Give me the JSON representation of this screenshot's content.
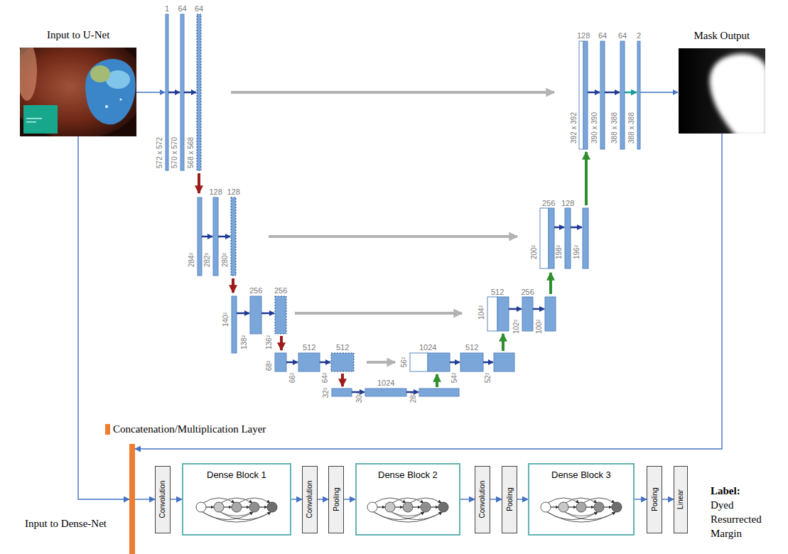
{
  "diagram": {
    "nodes": [
      {
        "text": [
          "Input to U-Net"
        ]
      },
      {
        "text": [
          "Mask Output"
        ]
      },
      {
        "text": [
          "Input to Dense-Net"
        ]
      },
      {
        "text": [
          "Convolution"
        ]
      },
      {
        "text": [
          "Dense Block 1"
        ]
      },
      {
        "text": [
          "Convolution"
        ]
      },
      {
        "text": [
          "Pooling"
        ]
      },
      {
        "text": [
          "Dense Block 2"
        ]
      },
      {
        "text": [
          "Convolution"
        ]
      },
      {
        "text": [
          "Pooling"
        ]
      },
      {
        "text": [
          "Dense Block 3"
        ]
      },
      {
        "text": [
          "Pooling"
        ]
      },
      {
        "text": [
          "Linear"
        ]
      }
    ],
    "edges": [
      {
        "from": 0,
        "to": 2,
        "arrow": "to"
      },
      {
        "from": 1,
        "to": 2,
        "arrow": "to"
      },
      {
        "from": 2,
        "to": 3,
        "arrow": "to"
      },
      {
        "from": 3,
        "to": 4,
        "arrow": "to"
      },
      {
        "from": 4,
        "to": 5,
        "arrow": "to"
      },
      {
        "from": 5,
        "to": 6,
        "arrow": "to"
      },
      {
        "from": 6,
        "to": 7,
        "arrow": "to"
      },
      {
        "from": 7,
        "to": 8,
        "arrow": "to"
      },
      {
        "from": 8,
        "to": 9,
        "arrow": "to"
      },
      {
        "from": 9,
        "to": 10,
        "arrow": "to"
      },
      {
        "from": 10,
        "to": 11,
        "arrow": "to"
      },
      {
        "from": 11,
        "to": 12,
        "arrow": "to"
      }
    ],
    "labels": [
      "1",
      "572 x 572",
      "64",
      "570 x 570",
      "64",
      "568 x 568",
      "284²",
      "128",
      "282²",
      "128",
      "280²",
      "140²",
      "256",
      "138²",
      "256",
      "136²",
      "68²",
      "512",
      "66²",
      "512",
      "64²",
      "32²",
      "1024",
      "30²",
      "28²",
      "56²",
      "1024",
      "512",
      "54²",
      "52²",
      "104²",
      "512",
      "256",
      "102²",
      "100²",
      "200²",
      "256",
      "128",
      "198²",
      "196²",
      "128",
      "392 x 392",
      "64",
      "390 x 390",
      "64",
      "388 x 388",
      "2",
      "388 x 388",
      "Label:",
      "Dyed Resurrected Margin"
    ],
    "legend": [
      {
        "text": "Concatenation/Multiplication Layer",
        "color": "#ed7d31"
      }
    ]
  }
}
